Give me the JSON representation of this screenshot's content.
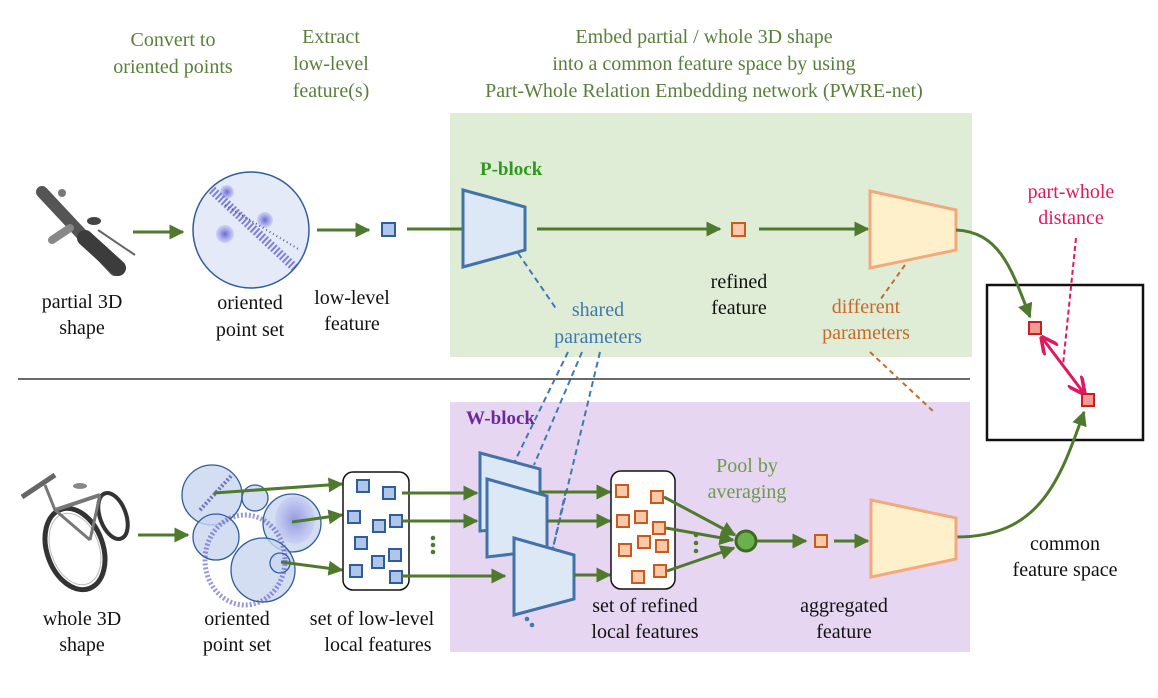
{
  "headers": {
    "convert": [
      "Convert to",
      "oriented points"
    ],
    "extract": [
      "Extract",
      "low-level",
      "feature(s)"
    ],
    "embed": [
      "Embed partial / whole 3D shape",
      "into a common feature space by using",
      "Part-Whole Relation Embedding network (PWRE-net)"
    ]
  },
  "top_row": {
    "partial_shape": [
      "partial 3D",
      "shape"
    ],
    "oriented_point_set": [
      "oriented",
      "point set"
    ],
    "low_level_feature": [
      "low-level",
      "feature"
    ],
    "p_block": "P-block",
    "refined_feature": [
      "refined",
      "feature"
    ],
    "shared_parameters": [
      "shared",
      "parameters"
    ],
    "different_parameters": [
      "different",
      "parameters"
    ]
  },
  "bottom_row": {
    "whole_shape": [
      "whole 3D",
      "shape"
    ],
    "oriented_point_set": [
      "oriented",
      "point set"
    ],
    "low_level_local": [
      "set of low-level",
      "local features"
    ],
    "w_block": "W-block",
    "refined_local": [
      "set of refined",
      "local features"
    ],
    "pool": [
      "Pool by",
      "averaging"
    ],
    "aggregated": [
      "aggregated",
      "feature"
    ]
  },
  "right": {
    "distance": [
      "part-whole",
      "distance"
    ],
    "common_space": [
      "common",
      "feature space"
    ]
  },
  "colors": {
    "arrow_green": "#4f7a2e",
    "p_block_bg": "#e0edd6",
    "w_block_bg": "#e6d6f2",
    "encoder_fill": "#dce8f6",
    "encoder_stroke": "#4272a8",
    "head_fill": "#fff0cc",
    "head_stroke": "#f2aa7c",
    "refined_fill": "#fbc9a8",
    "refined_stroke": "#c85a1e",
    "distance_pink": "#e0185f",
    "pool_green": "#6ab04c"
  }
}
